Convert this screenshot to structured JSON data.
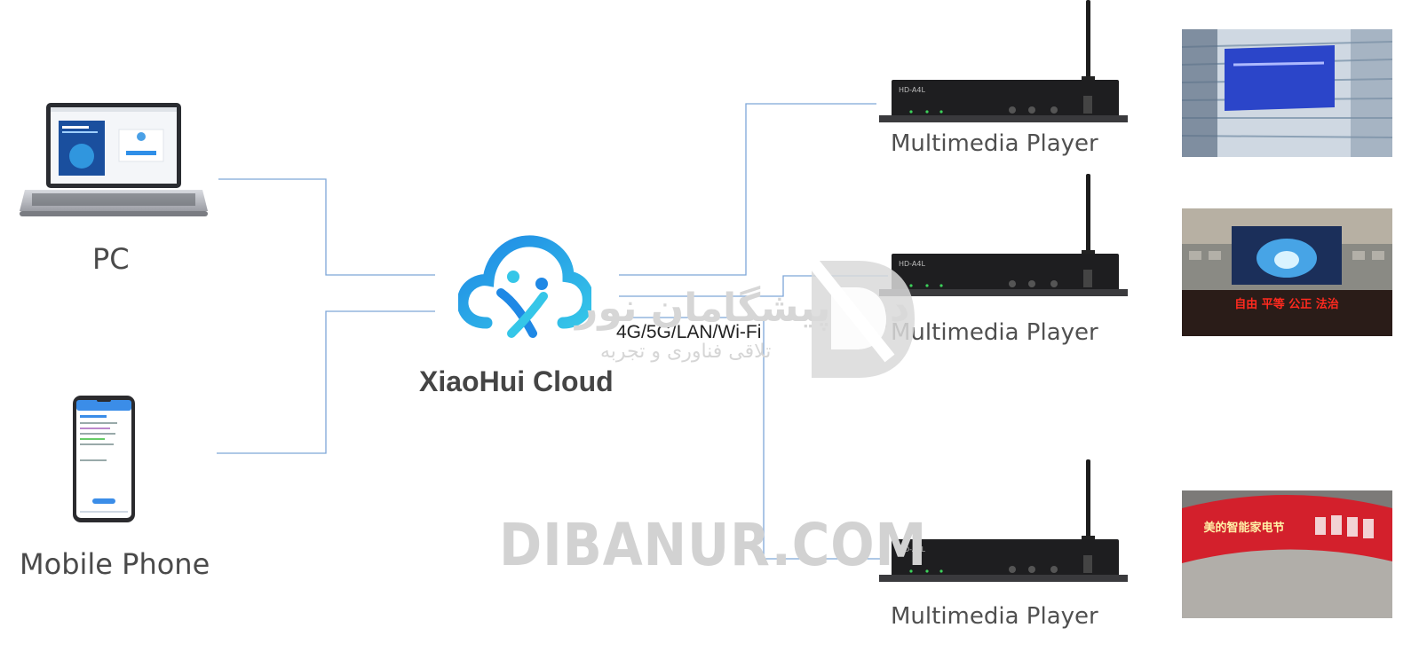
{
  "sources": {
    "pc_label": "PC",
    "mobile_label": "Mobile Phone"
  },
  "cloud": {
    "name": "XiaoHui Cloud",
    "connection_label": "4G/5G/LAN/Wi-Fi"
  },
  "players": [
    {
      "label": "Multimedia Player",
      "model": "HD-A4L"
    },
    {
      "label": "Multimedia Player",
      "model": "HD-A4L"
    },
    {
      "label": "Multimedia Player",
      "model": "HD-A4L"
    }
  ],
  "screens": [
    {
      "text": ""
    },
    {
      "text": "自由  平等  公正  法治"
    },
    {
      "text": "美的智能家电节"
    }
  ],
  "watermark": {
    "site": "DIBANUR.COM",
    "persian_title": "دیبا پیشگامان نور",
    "persian_sub": "تلاقی فناوری و تجربه"
  },
  "colors": {
    "line": "#7ea6d8",
    "cloud_blue": "#1f88e5",
    "cloud_cyan": "#35c6e8"
  }
}
